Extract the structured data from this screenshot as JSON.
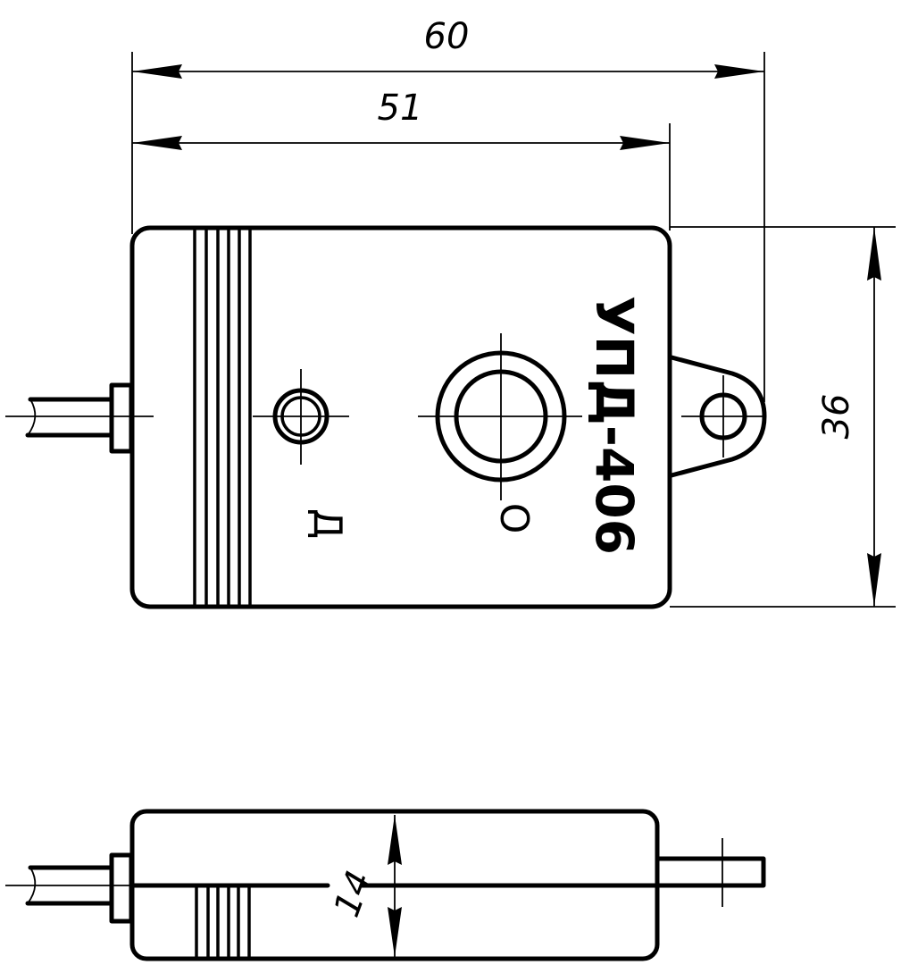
{
  "drawing": {
    "title": "УПД-406",
    "views": [
      "top-view",
      "side-view"
    ],
    "line_color": "#000000",
    "background": "#ffffff"
  },
  "dimensions": {
    "overall_length": "60",
    "body_length": "51",
    "body_height": "36",
    "body_thickness": "14"
  },
  "labels": {
    "model": "УПД-406",
    "indicator_left": "Д",
    "indicator_right": "О"
  }
}
